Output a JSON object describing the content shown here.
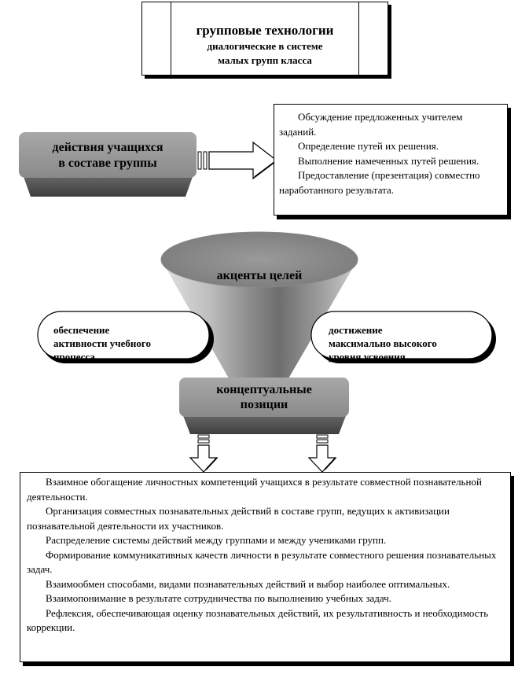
{
  "title": {
    "line1": "групповые технологии",
    "line2": "диалогические в системе",
    "line3": "малых групп  класса"
  },
  "student_actions": {
    "label_line1": "действия учащихся",
    "label_line2": "в составе группы"
  },
  "actions_list": [
    "Обсуждение предложенных учителем заданий.",
    "Определение путей их решения.",
    "Выполнение намеченных путей решения.",
    "Предоставление (презентация) совместно наработанного результата."
  ],
  "funnel": {
    "label": "акценты целей"
  },
  "goal_left": {
    "line1": "обеспечение",
    "line2": "активности учебного",
    "line3": "процесса"
  },
  "goal_right": {
    "line1": "достижение",
    "line2": "максимально высокого",
    "line3": "уровня усвоения"
  },
  "conceptual": {
    "line1": "концептуальные",
    "line2": "позиции"
  },
  "positions_list": [
    "Взаимное обогащение личностных компетенций учащихся в результате совместной познавательной деятельности.",
    "Организация совместных познавательных действий  в составе групп, ведущих к активизации  познавательной деятельности их участников.",
    "Распределение системы действий между группами и между учениками групп.",
    "Формирование коммуникативных качеств личности в результате совместного решения познавательных задач.",
    "Взаимообмен способами, видами познавательных действий и выбор наиболее оптимальных.",
    "Взаимопонимание в результате сотрудничества по выполнению учебных задач.",
    "Рефлексия, обеспечивающая оценку познавательных действий, их результативность и необходимость коррекции."
  ],
  "colors": {
    "slab_light": "#9a9a9a",
    "slab_dark": "#5a5a5a",
    "funnel_light": "#c8c8c8",
    "funnel_dark": "#707070",
    "border": "#000000"
  }
}
